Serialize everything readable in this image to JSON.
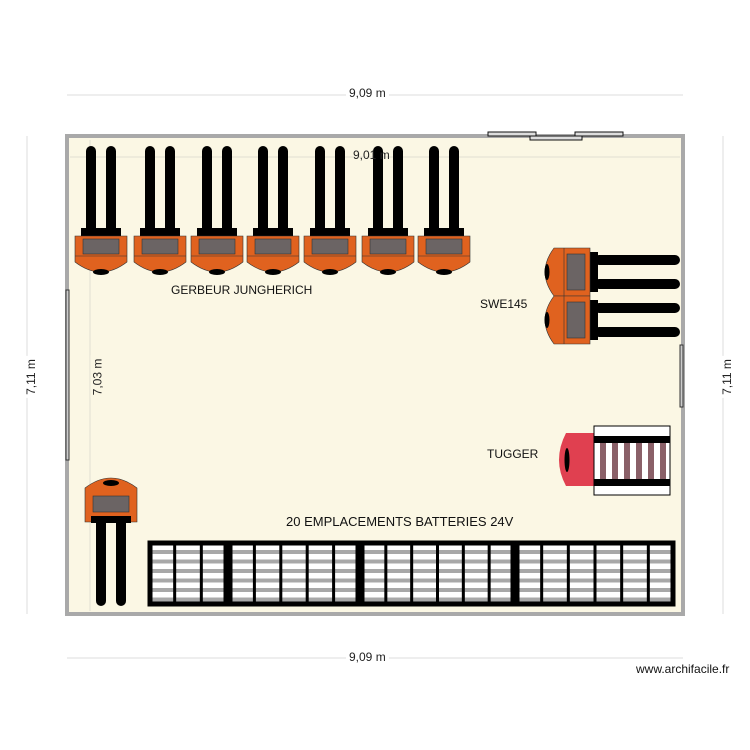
{
  "dimensions": {
    "top_width": "9,09 m",
    "bottom_width": "9,09 m",
    "inner_width": "9,01 m",
    "left_height": "7,11 m",
    "right_height": "7,11 m",
    "inner_height": "7,03 m"
  },
  "labels": {
    "stackers": "GERBEUR JUNGHERICH",
    "swe": "SWE145",
    "tugger": "TUGGER",
    "batteries": "20 EMPLACEMENTS BATTERIES 24V"
  },
  "watermark": "www.archifacile.fr",
  "colors": {
    "floor": "#fbf7e4",
    "wall": "#a9a9a9",
    "forklift_body": "#e0621f",
    "forklift_screen": "#6b6464",
    "tugger_body": "#e04050",
    "cart_slats": "#8a6068",
    "battery_stripe": "#a8a8a8"
  },
  "equipment": {
    "stacker_count": 7,
    "swe_count": 2,
    "battery_rack_groups": 4
  }
}
